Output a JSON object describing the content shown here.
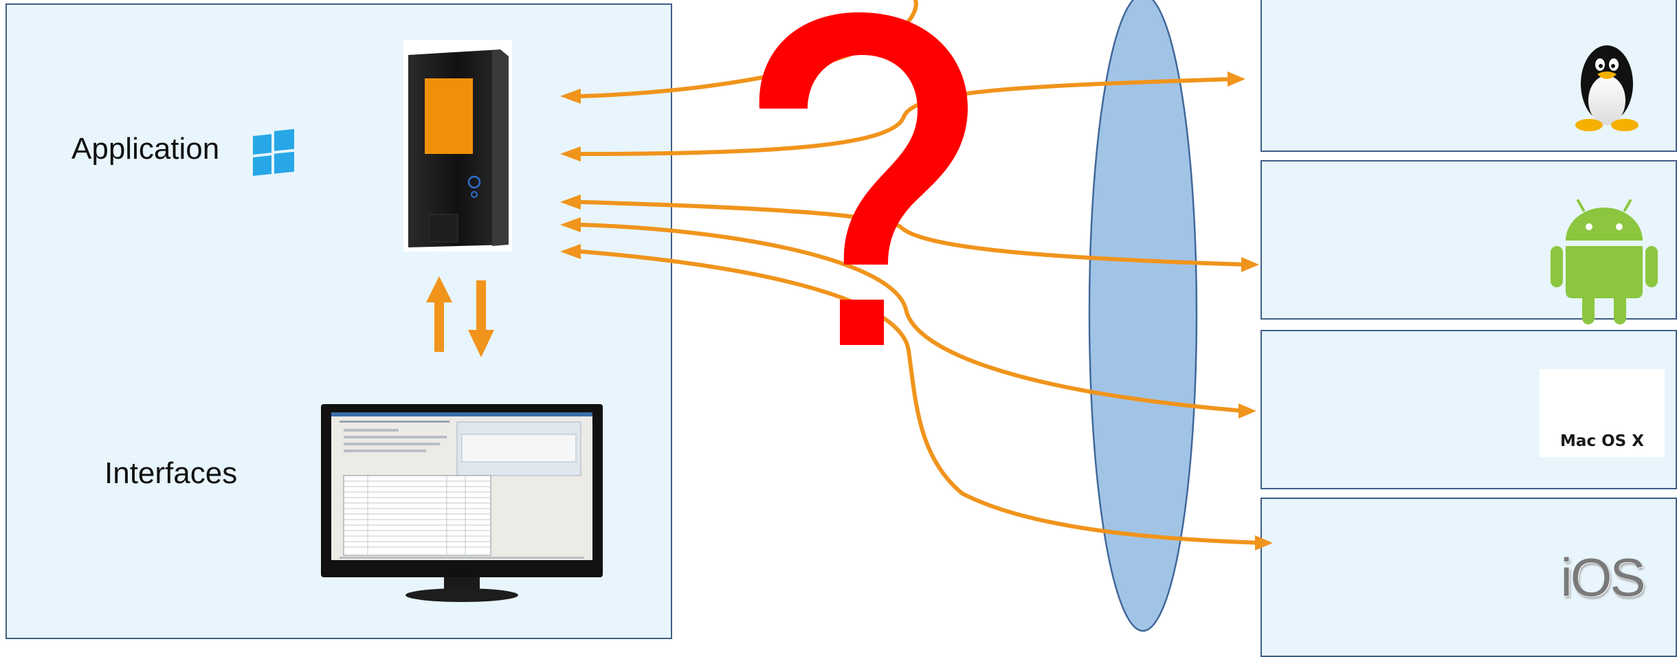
{
  "left_panel": {
    "application_label": "Application",
    "interfaces_label": "Interfaces"
  },
  "platforms": [
    {
      "name": "linux-tux",
      "icon": "tux-penguin-icon"
    },
    {
      "name": "android",
      "icon": "android-robot-icon"
    },
    {
      "name": "mac-os-x",
      "icon": "apple-logo-icon",
      "caption": "Mac OS X"
    },
    {
      "name": "ios",
      "icon": "ios-logo-icon",
      "caption": "iOS"
    }
  ],
  "colors": {
    "panel_fill": "#e8f5fc",
    "panel_border": "#3f5f86",
    "arrow": "#f0941c",
    "question_mark": "#ff0000",
    "lens": "#a1c4e6",
    "windows_logo": "#27a7e7",
    "android": "#8cc63f"
  },
  "question_mark": "?"
}
